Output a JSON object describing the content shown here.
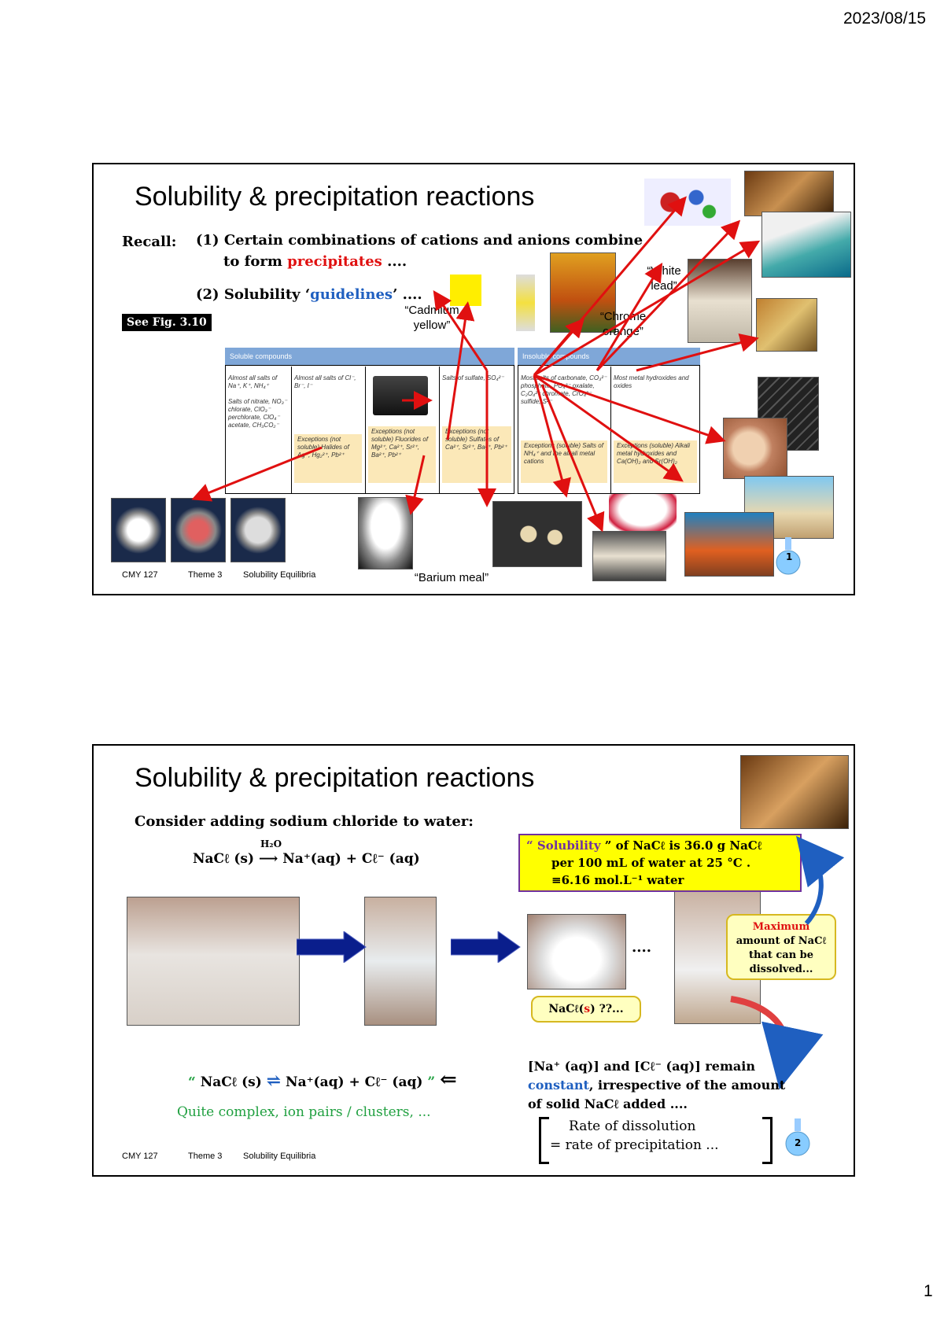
{
  "header": {
    "date": "2023/08/15"
  },
  "page_number": "1",
  "slide1": {
    "title": "Solubility & precipitation reactions",
    "recall_label": "Recall:",
    "line1_prefix": "(1) Certain combinations of cations and anions combine",
    "line1b_prefix": "to form",
    "line1b_red": "precipitates",
    "line1b_suffix": "....",
    "line2_prefix": "(2) Solubility ‘",
    "line2_blue": "guidelines",
    "line2_suffix": "’ ....",
    "see_fig": "See Fig. 3.10",
    "captions": {
      "cadmium": "“Cadmium yellow”",
      "chrome": "“Chrome orange”",
      "white_lead": "“White lead”",
      "barium": "“Barium meal”"
    },
    "table": {
      "soluble_header": "Soluble compounds",
      "insoluble_header": "Insoluble compounds",
      "cells": [
        "Almost all salts of Na⁺, K⁺, NH₄⁺",
        "Salts of nitrate, NO₃⁻ chlorate, ClO₃⁻ perchlorate, ClO₄⁻ acetate, CH₃CO₂⁻",
        "Almost all salts of Cl⁻, Br⁻, I⁻",
        "Salts of sulfate, SO₄²⁻",
        "Most salts of carbonate, CO₃²⁻ phosphate, PO₄³⁻ oxalate, C₂O₄²⁻ chromate, CrO₄²⁻ sulfide, S²⁻",
        "Most metal hydroxides and oxides"
      ],
      "exceptions": [
        "Exceptions (not soluble) Halides of Ag⁺, Hg₂²⁺, Pb²⁺",
        "Exceptions (not soluble) Fluorides of Mg²⁺, Ca²⁺, Sr²⁺, Ba²⁺, Pb²⁺",
        "Exceptions (not soluble) Sulfates of Ca²⁺, Sr²⁺, Ba²⁺, Pb²⁺",
        "Exceptions (soluble) Salts of NH₄⁺ and the alkali metal cations",
        "Exceptions (soluble) Alkali metal hydroxides and Ca(OH)₂ and Sr(OH)₂"
      ]
    },
    "footer": {
      "course": "CMY 127",
      "theme": "Theme 3",
      "topic": "Solubility Equilibria"
    },
    "slide_number": "1"
  },
  "slide2": {
    "title": "Solubility & precipitation reactions",
    "consider": "Consider adding sodium chloride to water:",
    "eq1_left": "NaCℓ (s)",
    "eq1_over": "H₂O",
    "eq1_arrow": "⟶",
    "eq1_right": "Na⁺(aq) + Cℓ⁻ (aq)",
    "dots": "....",
    "solubility_box": {
      "quote_open": "“",
      "word": "Solubility",
      "rest": "” of NaCℓ is 36.0 g NaCℓ",
      "line2": "per 100 mL of water at 25 °C .",
      "line3": "≡6.16 mol.L⁻¹ water"
    },
    "maximum_callout": {
      "word": "Maximum",
      "rest": "amount of NaCℓ that can be dissolved..."
    },
    "nacl_solid_callout": {
      "prefix": "NaCℓ(",
      "s": "s",
      "suffix": ") ??..."
    },
    "eq2_quote_open": "“",
    "eq2_left": "NaCℓ (s)",
    "eq2_arrows": "⇌",
    "eq2_right": "Na⁺(aq) + Cℓ⁻ (aq)",
    "eq2_quote_close": "”",
    "eq2_back_arrow": "⇐",
    "complex_note": "Quite complex, ion pairs / clusters, ...",
    "remain_line1": "[Na⁺ (aq)] and [Cℓ⁻ (aq)] remain",
    "remain_constant": "constant",
    "remain_line2_rest": ", irrespective of the amount",
    "remain_line3": "of solid NaCℓ added ....",
    "rate_line1": "Rate of dissolution",
    "rate_line2": "= rate of precipitation ...",
    "footer": {
      "course": "CMY 127",
      "theme": "Theme 3",
      "topic": "Solubility Equilibria"
    },
    "slide_number": "2"
  },
  "colors": {
    "red": "#e01010",
    "blue": "#1f5fc0",
    "green": "#20a040",
    "purple": "#7030a0",
    "arrow_blue": "#0a1e8c"
  }
}
